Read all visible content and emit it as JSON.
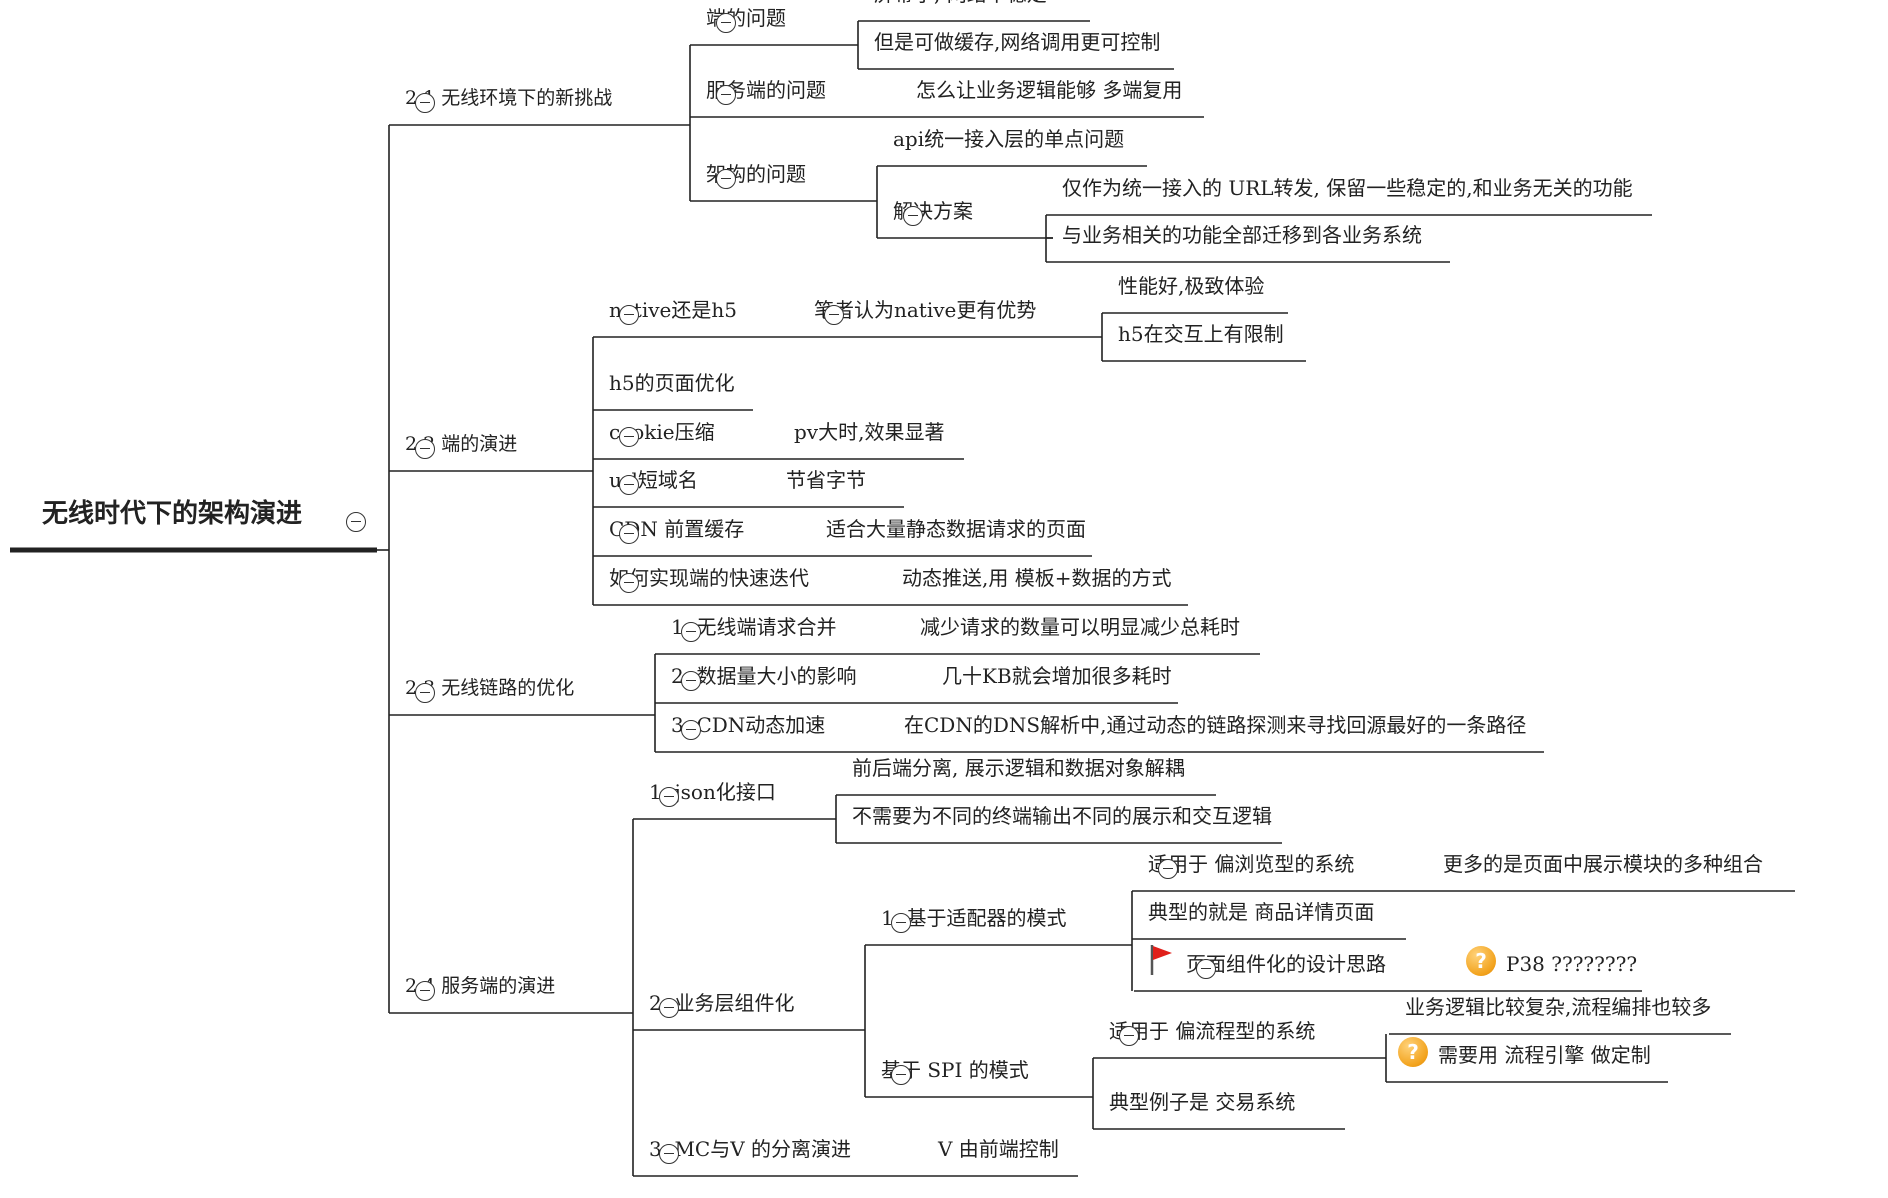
{
  "root": {
    "id": "root",
    "label": "无线时代下的架构演进"
  },
  "nodes": [
    {
      "id": "s1",
      "label": "2.1 无线环境下的新挑战",
      "parent": "root"
    },
    {
      "id": "s1a",
      "label": "端的问题",
      "parent": "s1"
    },
    {
      "id": "s1a1",
      "label": "屏幕小, 网络不稳定",
      "parent": "s1a"
    },
    {
      "id": "s1a2",
      "label": "但是可做缓存,网络调用更可控制",
      "parent": "s1a"
    },
    {
      "id": "s1b",
      "label": "服务端的问题",
      "parent": "s1"
    },
    {
      "id": "s1b1",
      "label": "怎么让业务逻辑能够 多端复用",
      "parent": "s1b"
    },
    {
      "id": "s1c",
      "label": "架构的问题",
      "parent": "s1"
    },
    {
      "id": "s1c1",
      "label": "api统一接入层的单点问题",
      "parent": "s1c"
    },
    {
      "id": "s1c2",
      "label": "解决方案",
      "parent": "s1c"
    },
    {
      "id": "s1c2a",
      "label": "仅作为统一接入的 URL转发, 保留一些稳定的,和业务无关的功能",
      "parent": "s1c2"
    },
    {
      "id": "s1c2b",
      "label": "与业务相关的功能全部迁移到各业务系统",
      "parent": "s1c2"
    },
    {
      "id": "s2",
      "label": "2.2 端的演进",
      "parent": "root"
    },
    {
      "id": "s2a",
      "label": "native还是h5",
      "parent": "s2"
    },
    {
      "id": "s2a1",
      "label": "笔者认为native更有优势",
      "parent": "s2a"
    },
    {
      "id": "s2a1a",
      "label": "性能好,极致体验",
      "parent": "s2a1"
    },
    {
      "id": "s2a1b",
      "label": "h5在交互上有限制",
      "parent": "s2a1"
    },
    {
      "id": "s2b",
      "label": "h5的页面优化",
      "parent": "s2"
    },
    {
      "id": "s2c",
      "label": "cookie压缩",
      "parent": "s2"
    },
    {
      "id": "s2c1",
      "label": "pv大时,效果显著",
      "parent": "s2c"
    },
    {
      "id": "s2d",
      "label": "url短域名",
      "parent": "s2"
    },
    {
      "id": "s2d1",
      "label": "节省字节",
      "parent": "s2d"
    },
    {
      "id": "s2e",
      "label": "CDN 前置缓存",
      "parent": "s2"
    },
    {
      "id": "s2e1",
      "label": "适合大量静态数据请求的页面",
      "parent": "s2e"
    },
    {
      "id": "s2f",
      "label": "如何实现端的快速迭代",
      "parent": "s2"
    },
    {
      "id": "s2f1",
      "label": "动态推送,用 模板+数据的方式",
      "parent": "s2f"
    },
    {
      "id": "s3",
      "label": "2.3 无线链路的优化",
      "parent": "root"
    },
    {
      "id": "s3a",
      "label": "1. 无线端请求合并",
      "parent": "s3"
    },
    {
      "id": "s3a1",
      "label": "减少请求的数量可以明显减少总耗时",
      "parent": "s3a"
    },
    {
      "id": "s3b",
      "label": "2. 数据量大小的影响",
      "parent": "s3"
    },
    {
      "id": "s3b1",
      "label": "几十KB就会增加很多耗时",
      "parent": "s3b"
    },
    {
      "id": "s3c",
      "label": "3. CDN动态加速",
      "parent": "s3"
    },
    {
      "id": "s3c1",
      "label": "在CDN的DNS解析中,通过动态的链路探测来寻找回源最好的一条路径",
      "parent": "s3c"
    },
    {
      "id": "s4",
      "label": "2.4 服务端的演进",
      "parent": "root"
    },
    {
      "id": "s4a",
      "label": "1. json化接口",
      "parent": "s4"
    },
    {
      "id": "s4a1",
      "label": "前后端分离, 展示逻辑和数据对象解耦",
      "parent": "s4a"
    },
    {
      "id": "s4a2",
      "label": "不需要为不同的终端输出不同的展示和交互逻辑",
      "parent": "s4a"
    },
    {
      "id": "s4b",
      "label": "2. 业务层组件化",
      "parent": "s4"
    },
    {
      "id": "s4b1",
      "label": "1. 基于适配器的模式",
      "parent": "s4b"
    },
    {
      "id": "s4b1a",
      "label": "适用于 偏浏览型的系统",
      "parent": "s4b1"
    },
    {
      "id": "s4b1a1",
      "label": "更多的是页面中展示模块的多种组合",
      "parent": "s4b1a"
    },
    {
      "id": "s4b1b",
      "label": "典型的就是 商品详情页面",
      "parent": "s4b1"
    },
    {
      "id": "s4b1c",
      "label": "页面组件化的设计思路",
      "parent": "s4b1",
      "icon": "red-flag-icon"
    },
    {
      "id": "s4b1c1",
      "label": "P38 ????????",
      "parent": "s4b1c",
      "icon": "question-icon"
    },
    {
      "id": "s4b2",
      "label": "基于 SPI 的模式",
      "parent": "s4b"
    },
    {
      "id": "s4b2a",
      "label": "适用于 偏流程型的系统",
      "parent": "s4b2"
    },
    {
      "id": "s4b2a1",
      "label": "业务逻辑比较复杂,流程编排也较多",
      "parent": "s4b2a"
    },
    {
      "id": "s4b2a2",
      "label": "需要用 流程引擎 做定制",
      "parent": "s4b2a",
      "icon": "question-icon"
    },
    {
      "id": "s4b2b",
      "label": "典型例子是 交易系统",
      "parent": "s4b2"
    },
    {
      "id": "s4c",
      "label": "3. MC与V 的分离演进",
      "parent": "s4"
    },
    {
      "id": "s4c1",
      "label": "V 由前端控制",
      "parent": "s4c"
    }
  ],
  "collapse_toggle_icon": "minus-circle-icon",
  "question_glyph": "?",
  "colors": {
    "line": "#222222",
    "text": "#222222",
    "flag": "#e0201b",
    "question": "#f2a21c"
  }
}
